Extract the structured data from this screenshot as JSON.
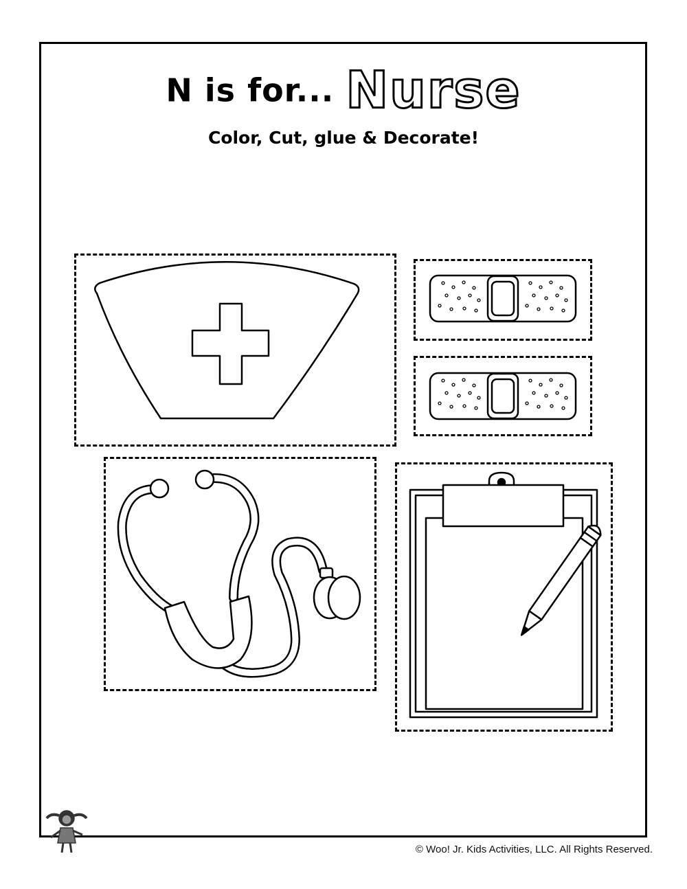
{
  "worksheet": {
    "title_prefix": "N is for...",
    "title_word": "Nurse",
    "instructions": "Color, Cut, glue & Decorate!"
  },
  "cutouts": [
    {
      "name": "nurse-hat",
      "icon": "nurse-hat-icon"
    },
    {
      "name": "bandage-top",
      "icon": "bandage-icon"
    },
    {
      "name": "bandage-bottom",
      "icon": "bandage-icon"
    },
    {
      "name": "stethoscope",
      "icon": "stethoscope-icon"
    },
    {
      "name": "clipboard",
      "icon": "clipboard-icon"
    }
  ],
  "footer": {
    "copyright": "© Woo! Jr. Kids Activities, LLC. All Rights Reserved."
  },
  "colors": {
    "ink": "#000000",
    "paper": "#ffffff",
    "mascot_skin": "#777777"
  }
}
